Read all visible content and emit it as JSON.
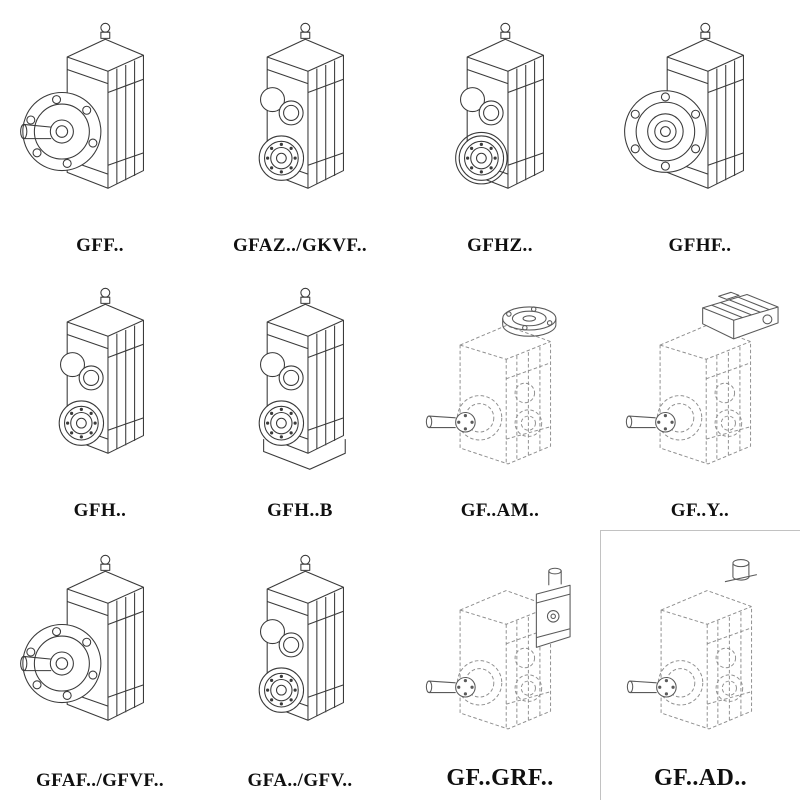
{
  "page": {
    "background_color": "#ffffff",
    "line_color": "#3a3a3a",
    "phantom_line_color": "#8f8f8f",
    "label_color": "#101010"
  },
  "catalog": {
    "items": [
      {
        "label": "GFF..",
        "drawing_icon": "gearbox-flange-solid-shaft-drawing"
      },
      {
        "label": "GFAZ../GKVF..",
        "drawing_icon": "gearbox-hollow-shaft-drawing"
      },
      {
        "label": "GFHZ..",
        "drawing_icon": "gearbox-hollow-shaft-shrink-disc-drawing"
      },
      {
        "label": "GFHF..",
        "drawing_icon": "gearbox-hollow-shaft-flange-drawing"
      },
      {
        "label": "GFH..",
        "drawing_icon": "gearbox-hollow-shaft-foot-drawing"
      },
      {
        "label": "GFH..B",
        "drawing_icon": "gearbox-hollow-shaft-baseplate-drawing"
      },
      {
        "label": "GF..AM..",
        "drawing_icon": "gearbox-motor-adapter-flange-phantom-drawing"
      },
      {
        "label": "GF..Y..",
        "drawing_icon": "gearbox-with-motor-phantom-drawing"
      },
      {
        "label": "GFAF../GFVF..",
        "drawing_icon": "gearbox-output-flange-drawing"
      },
      {
        "label": "GFA../GFV..",
        "drawing_icon": "gearbox-shaft-mounted-drawing"
      },
      {
        "label": "GF..GRF..",
        "drawing_icon": "gearbox-input-adapter-phantom-drawing"
      },
      {
        "label": "GF..AD..",
        "drawing_icon": "gearbox-input-shaft-adapter-phantom-drawing"
      }
    ]
  }
}
